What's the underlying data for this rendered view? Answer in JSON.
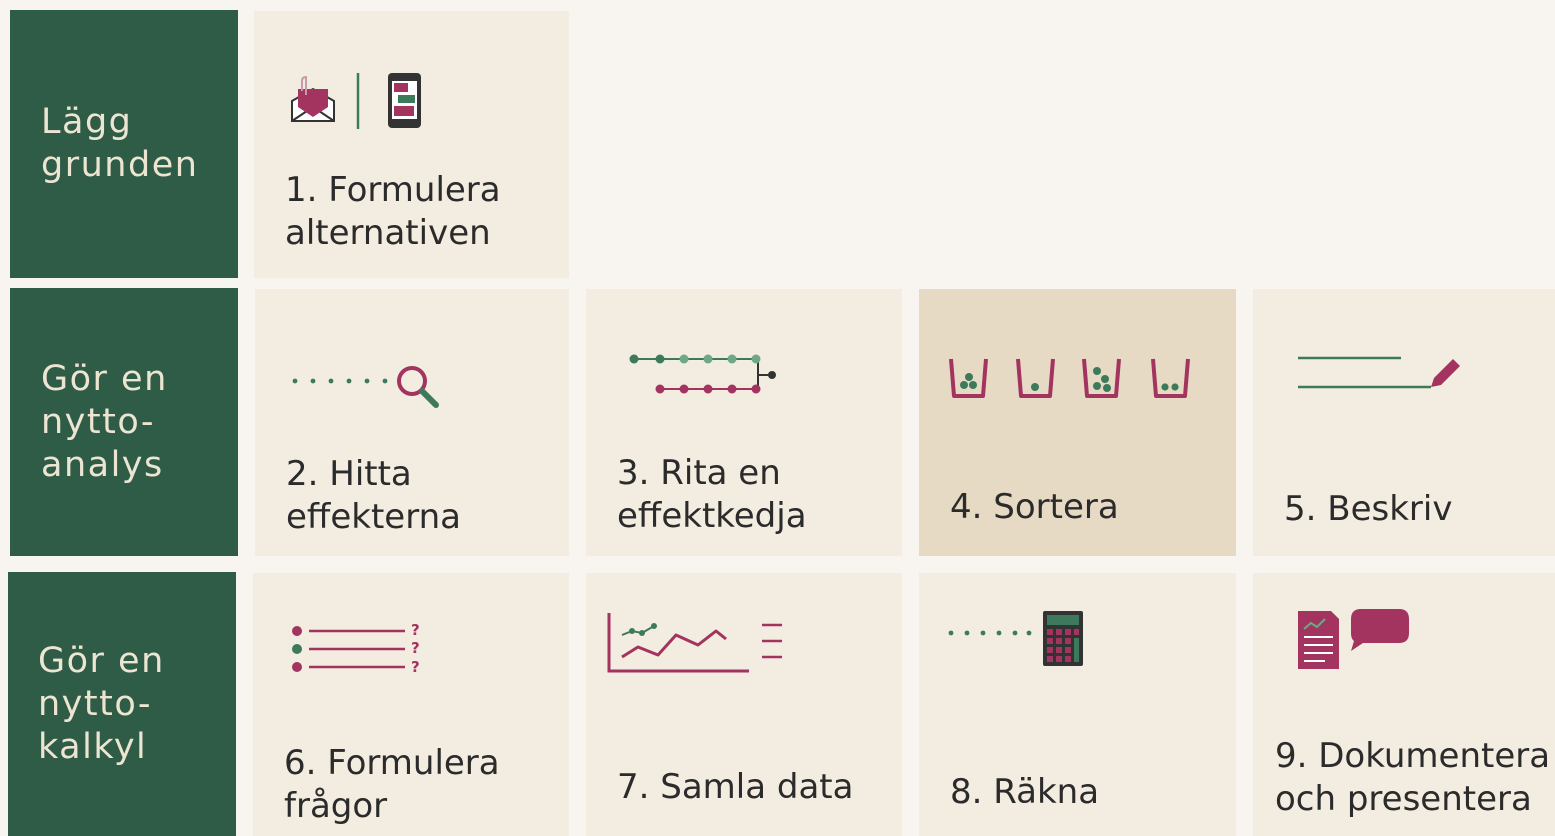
{
  "rows": [
    {
      "label": [
        "Lägg",
        "grunden"
      ]
    },
    {
      "label": [
        "Gör en",
        "nytto-",
        "analys"
      ]
    },
    {
      "label": [
        "Gör en",
        "nytto-",
        "kalkyl"
      ]
    }
  ],
  "steps": [
    {
      "lines": [
        "1. Formulera",
        "alternativen"
      ],
      "icon": "envelope-and-phone-icon"
    },
    {
      "lines": [
        "2. Hitta",
        "effekterna"
      ],
      "icon": "magnifier-icon"
    },
    {
      "lines": [
        "3. Rita en",
        "effektkedja"
      ],
      "icon": "effect-chain-icon"
    },
    {
      "lines": [
        "4. Sortera"
      ],
      "icon": "sorting-buckets-icon",
      "active": true
    },
    {
      "lines": [
        "5. Beskriv"
      ],
      "icon": "pencil-lines-icon"
    },
    {
      "lines": [
        "6. Formulera",
        "frågor"
      ],
      "icon": "question-list-icon"
    },
    {
      "lines": [
        "7. Samla data"
      ],
      "icon": "line-chart-icon"
    },
    {
      "lines": [
        "8. Räkna"
      ],
      "icon": "calculator-icon"
    },
    {
      "lines": [
        "9. Dokumentera",
        "och presentera"
      ],
      "icon": "document-and-speech-icon"
    }
  ],
  "colors": {
    "label_bg": "#2e5c47",
    "label_text": "#ece5d2",
    "card_bg": "#f3ece0",
    "card_active_bg": "#e6dac4",
    "page_bg": "#f8f5f0",
    "green": "#3d7a5c",
    "light_green": "#6fa888",
    "magenta": "#a3335f"
  }
}
